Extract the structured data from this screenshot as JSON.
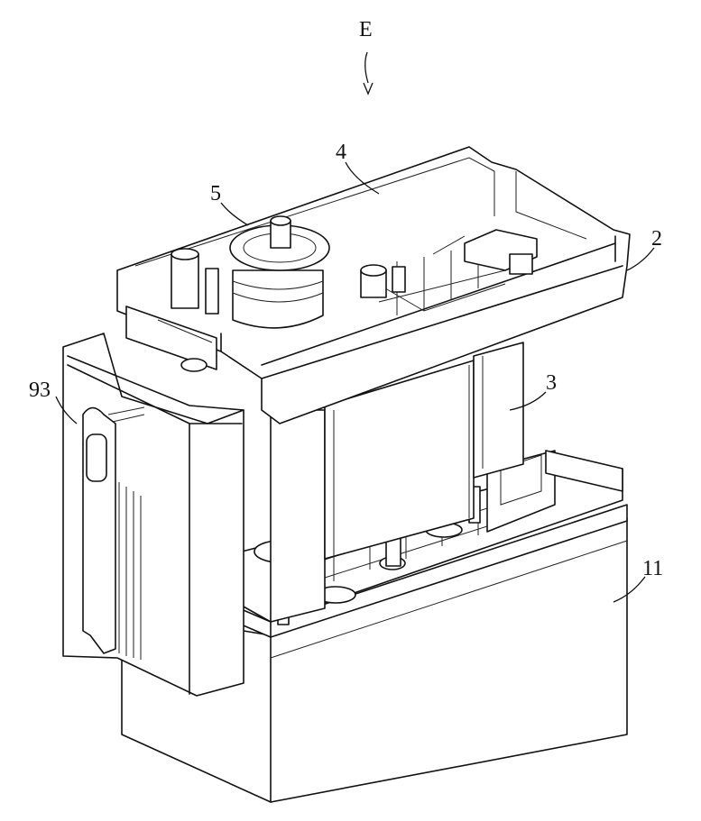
{
  "figure": {
    "labels": {
      "e": "E",
      "four": "4",
      "five": "5",
      "two": "2",
      "three": "3",
      "ninety_three": "93",
      "eleven": "11"
    }
  }
}
